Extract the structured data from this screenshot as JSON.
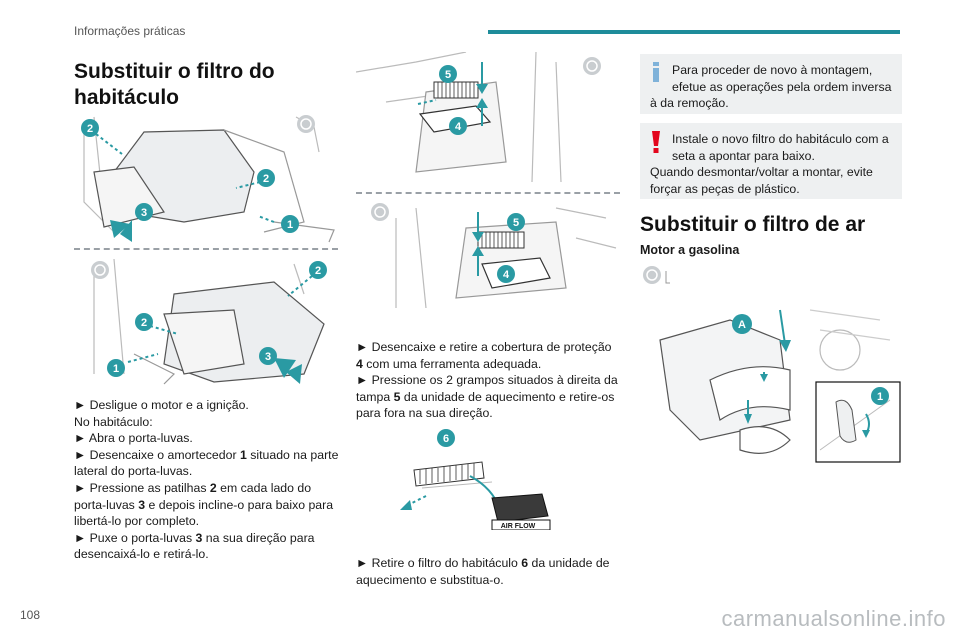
{
  "header": {
    "title": "Informações práticas"
  },
  "page": {
    "number": "108"
  },
  "colors": {
    "accent": "#1e8c9a",
    "warning": "#e3061d",
    "info": "#7fb2d9",
    "badge": "#2a9aa3"
  },
  "col1": {
    "title_line1": "Substituir o filtro do",
    "title_line2": "habitáculo",
    "fig1_badges": [
      "2",
      "2",
      "3",
      "1"
    ],
    "fig2_badges": [
      "2",
      "2",
      "3",
      "1"
    ],
    "text": {
      "l1": "► Desligue o motor e a ignição.",
      "l2": "No habitáculo:",
      "l3": "► Abra o porta-luvas.",
      "l4a": "► Desencaixe o amortecedor ",
      "l4b": "1",
      "l4c": " situado na parte",
      "l5": "lateral do porta-luvas.",
      "l6a": "► Pressione as patilhas ",
      "l6b": "2",
      "l6c": " em cada lado do",
      "l7a": "porta-luvas ",
      "l7b": "3",
      "l7c": " e depois incline-o para baixo para",
      "l8": "libertá-lo por completo.",
      "l9a": "► Puxe o porta-luvas ",
      "l9b": "3",
      "l9c": " na sua direção para",
      "l10": "desencaixá-lo e retirá-lo."
    }
  },
  "col2": {
    "fig3_badges": [
      "5",
      "4"
    ],
    "fig4_badges": [
      "5",
      "4"
    ],
    "fig5_badge": "6",
    "fig5_label": "AIR FLOW",
    "text1": {
      "l1": "► Desencaixe e retire a cobertura de proteção",
      "l2a": "4",
      "l2b": " com uma ferramenta adequada.",
      "l3": "► Pressione os 2 grampos situados à direita da",
      "l4a": "tampa ",
      "l4b": "5",
      "l4c": " da unidade de aquecimento e retire-os",
      "l5": "para fora na sua direção."
    },
    "text2": {
      "l1a": "► Retire o filtro do habitáculo ",
      "l1b": "6",
      "l1c": " da unidade de",
      "l2": "aquecimento e substitua-o."
    }
  },
  "col3": {
    "info_note": {
      "l1": "Para proceder de novo à montagem,",
      "l2": "efetue as operações pela ordem inversa",
      "l3": "à da remoção."
    },
    "warn_note": {
      "l1": "Instale o novo filtro do habitáculo com a",
      "l2": "seta a apontar para baixo.",
      "l3": "Quando desmontar/voltar a montar, evite",
      "l4": "forçar as peças de plástico."
    },
    "title": "Substituir o filtro de ar",
    "subheading": "Motor a gasolina",
    "fig6_badges": [
      "A",
      "1"
    ]
  },
  "watermark": "carmanualsonline.info"
}
